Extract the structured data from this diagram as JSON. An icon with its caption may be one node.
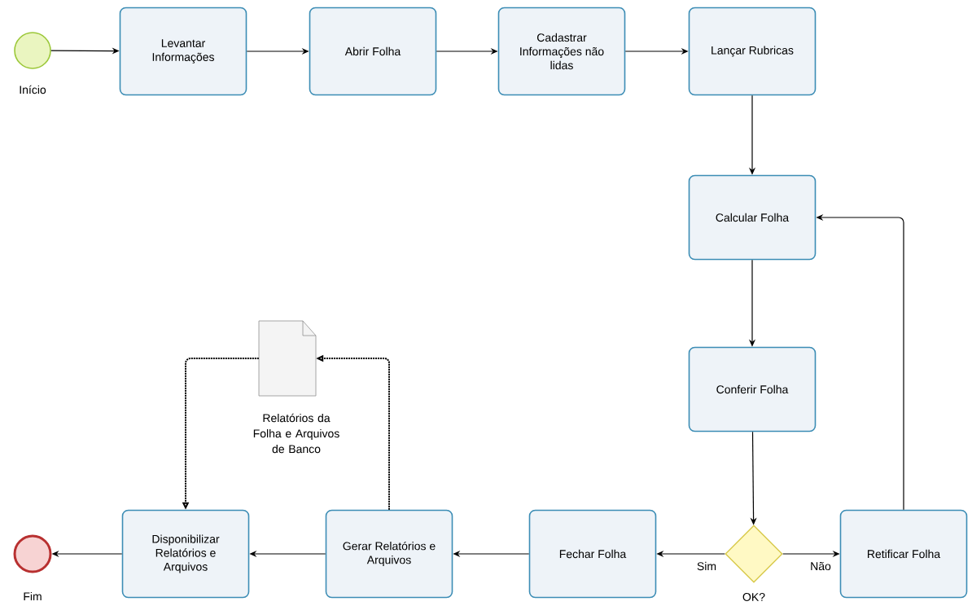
{
  "diagram": {
    "nodes": [
      {
        "text": [],
        "shape": "circle",
        "beside": [
          "Início"
        ]
      },
      {
        "text": [
          "Levantar Informações"
        ]
      },
      {
        "text": [
          "Abrir Folha"
        ]
      },
      {
        "text": [
          "Cadastrar Informações não lidas"
        ]
      },
      {
        "text": [
          "Lançar Rubricas"
        ]
      },
      {
        "text": [
          "Calcular Folha"
        ]
      },
      {
        "text": [
          "Conferir Folha"
        ]
      },
      {
        "text": [],
        "shape": "diamond",
        "beside": [
          "OK?"
        ]
      },
      {
        "text": [
          "Retificar Folha"
        ]
      },
      {
        "text": [
          "Fechar Folha"
        ]
      },
      {
        "text": [
          "Gerar Relatórios e Arquivos"
        ]
      },
      {
        "text": [],
        "shape": "document",
        "beside": [
          "Relatórios da Folha e Arquivos de Banco"
        ]
      },
      {
        "text": [
          "Disponibilizar Relatórios e Arquivos"
        ]
      },
      {
        "text": [],
        "shape": "circle",
        "beside": [
          "Fim"
        ]
      }
    ],
    "edges": [
      {
        "from": 0,
        "to": 1,
        "arrow": "to"
      },
      {
        "from": 1,
        "to": 2,
        "arrow": "to"
      },
      {
        "from": 2,
        "to": 3,
        "arrow": "to"
      },
      {
        "from": 3,
        "to": 4,
        "arrow": "to"
      },
      {
        "from": 4,
        "to": 5,
        "arrow": "to"
      },
      {
        "from": 5,
        "to": 6,
        "arrow": "to"
      },
      {
        "from": 6,
        "to": 7,
        "arrow": "to"
      },
      {
        "from": 7,
        "to": 9,
        "arrow": "to",
        "label": "Sim"
      },
      {
        "from": 7,
        "to": 8,
        "arrow": "to",
        "label": "Não"
      },
      {
        "from": 8,
        "to": 5,
        "arrow": "to"
      },
      {
        "from": 9,
        "to": 10,
        "arrow": "to"
      },
      {
        "from": 10,
        "to": 12,
        "arrow": "to"
      },
      {
        "from": 12,
        "to": 13,
        "arrow": "to"
      },
      {
        "from": 10,
        "to": 11,
        "arrow": "to",
        "style": "dashed"
      },
      {
        "from": 11,
        "to": 12,
        "arrow": "to",
        "style": "dashed"
      }
    ]
  }
}
